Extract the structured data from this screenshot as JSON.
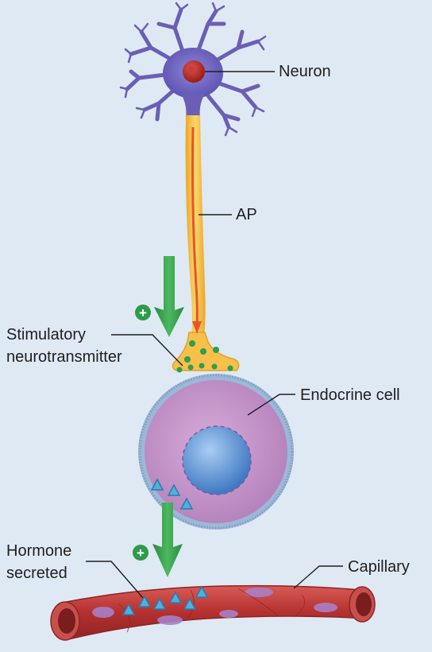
{
  "labels": {
    "neuron": "Neuron",
    "ap": "AP",
    "stimulatory_line1": "Stimulatory",
    "stimulatory_line2": "neurotransmitter",
    "endocrine_cell": "Endocrine cell",
    "hormone_line1": "Hormone",
    "hormone_line2": "secreted",
    "capillary": "Capillary"
  },
  "symbols": {
    "plus": "+"
  },
  "colors": {
    "background": "#dfe9f3",
    "neuron_body": "#6a5fb5",
    "axon": "#f6c04a",
    "action_potential": "#e8542a",
    "neurotransmitter": "#2e9e4f",
    "stimulation_arrow": "#2f9a4a",
    "cell_cytoplasm": "#c89ccc",
    "cell_membrane": "#9cb8d8",
    "nucleus": "#5f8fcf",
    "hormone": "#4fb0e0",
    "capillary": "#c0413e"
  }
}
